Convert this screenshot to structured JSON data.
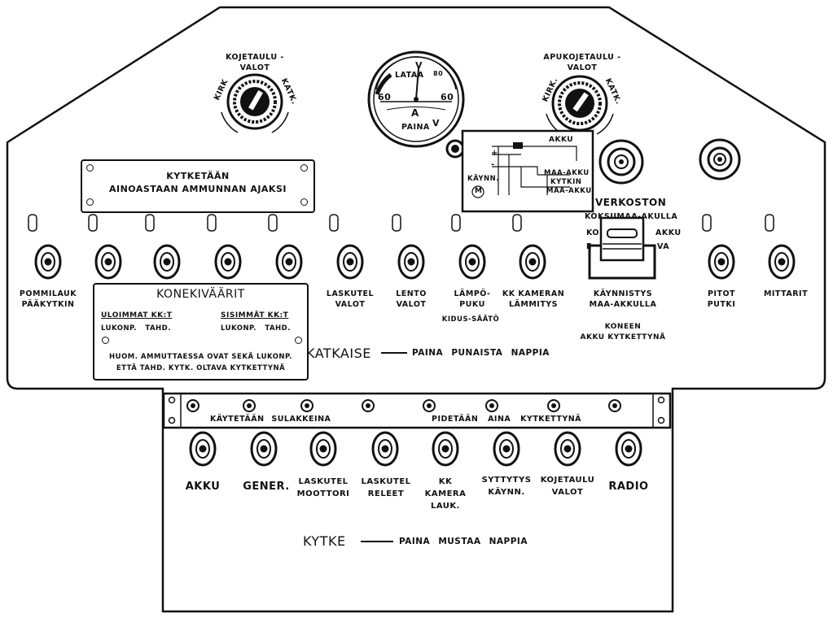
{
  "dimmer_left": {
    "title": "KOJETAULU -\nVALOT",
    "left_label": "KIRK",
    "right_label": "KATK."
  },
  "dimmer_right": {
    "title": "APUKOJETAULU -\nVALOT",
    "left_label": "KIRK.",
    "right_label": "KATK."
  },
  "ammeter": {
    "top_label": "LATAA",
    "bottom_label": "PAINA",
    "unit": "A",
    "left_value": "60",
    "right_value": "60",
    "scale_mark": "80",
    "v_top": "V",
    "v_bottom": "V"
  },
  "wiring": {
    "akku": "AKKU",
    "kaynn": "KÄYNN.",
    "motor": "M",
    "maa_akku": "MAA-AKKU",
    "kytkin": "KYTKIN",
    "maa_akku2": "MAA-AKKU",
    "plus": "+",
    "minus": "-"
  },
  "kytketaan_plate": {
    "line1": "KYTKETÄÄN",
    "line2": "AINOASTAAN AMMUNNAN AJAKSI"
  },
  "verkoston": {
    "line1": "VERKOSTON",
    "line2": "KOKSUMAA-AKULLA",
    "line3": "KO",
    "line3b": "AKKU",
    "line4": "E",
    "line4b": "VA"
  },
  "top_labels": {
    "pommilauk": "POMMILAUK\nPÄÄKYTKIN",
    "laskutel_valot": "LASKUTEL\nVALOT",
    "lentovalot": "LENTO\nVALOT",
    "lampopuku": "LÄMPÖ-\nPUKU",
    "kidus": "KIDUS-SÄÄTÖ",
    "kk_kameran": "KK KAMERAN\nLÄMMITYS",
    "kaynnistys": "KÄYNNISTYS\nMAA-AKKULLA",
    "koneen": "KONEEN\nAKKU KYTKETTYNÄ",
    "pitot": "PITOT\nPUTKI",
    "mittarit": "MITTARIT"
  },
  "konekivaarit": {
    "title": "KONEKIVÄÄRIT",
    "left_head": "ULOIMMAT KK:T",
    "right_head": "SISIMMÄT KK:T",
    "left_sub": "LUKONP.   TAHD.",
    "right_sub": "LUKONP.   TAHD.",
    "note1": "HUOM. AMMUTTAESSA OVAT SEKÄ LUKONP.",
    "note2": "ETTÄ TAHD. KYTK. OLTAVA KYTKETTYNÄ"
  },
  "katkaise": {
    "word": "KATKAISE",
    "text": "PAINA PUNAISTA NAPPIA"
  },
  "fuse_strip": {
    "left": "KÄYTETÄÄN SULAKKEINA",
    "right": "PIDETÄÄN AINA KYTKETTYNÄ"
  },
  "bottom_labels": {
    "akku": "AKKU",
    "gener": "GENER.",
    "laskutel_moottori": "LASKUTEL\nMOOTTORI",
    "laskutel_releet": "LASKUTEL\nRELEET",
    "kk_kamera": "KK\nKAMERA\nLAUK.",
    "syttytys": "SYTTYTYS\nKÄYNN.",
    "kojetaulu_valot": "KOJETAULU\nVALOT",
    "radio": "RADIO"
  },
  "kytke": {
    "word": "KYTKE",
    "text": "PAINA MUSTAA NAPPIA"
  }
}
